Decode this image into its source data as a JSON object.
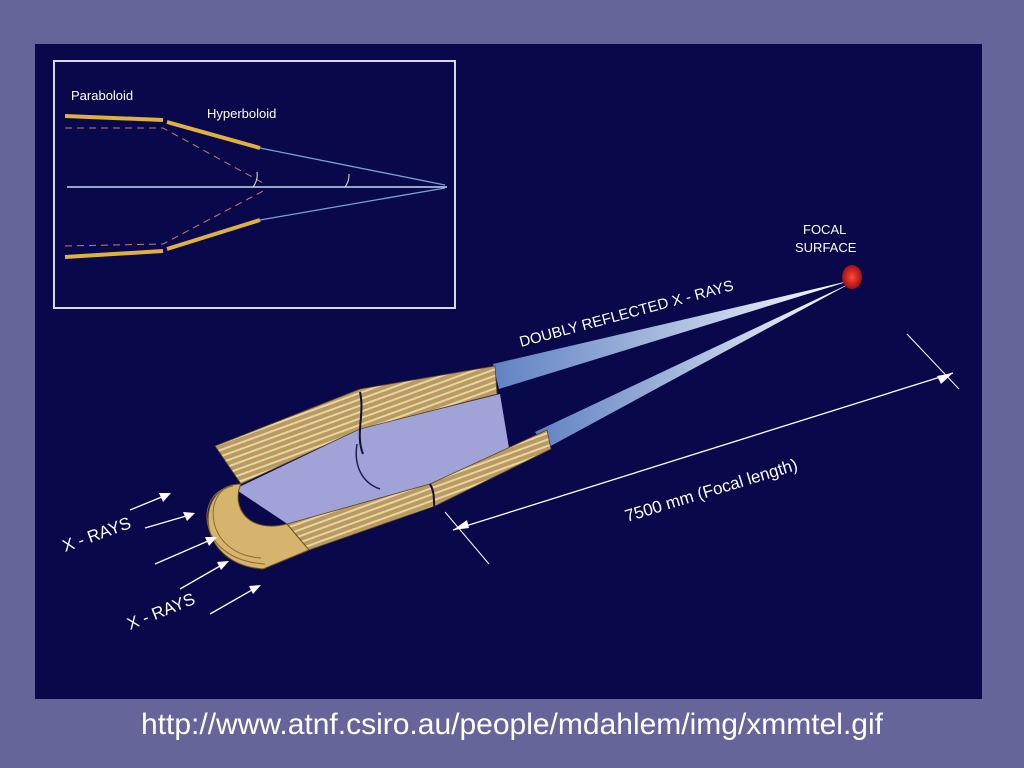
{
  "inset": {
    "paraboloid_label": "Paraboloid",
    "hyperboloid_label": "Hyperboloid"
  },
  "main_diagram": {
    "focal_label_line1": "FOCAL",
    "focal_label_line2": "SURFACE",
    "rays_label": "DOUBLY  REFLECTED  X - RAYS",
    "focal_length_label": "7500 mm  (Focal  length)",
    "xrays_upper_label": "X - RAYS",
    "xrays_lower_label": "X - RAYS"
  },
  "footer": {
    "url": "http://www.atnf.csiro.au/people/mdahlem/img/xmmtel.gif"
  },
  "colors": {
    "slide_background": "#65659a",
    "panel_background": "#08084a",
    "mirror_gold": "#e0b040",
    "ray_blue": "#7aa0d8",
    "focal_red": "#d02020"
  }
}
